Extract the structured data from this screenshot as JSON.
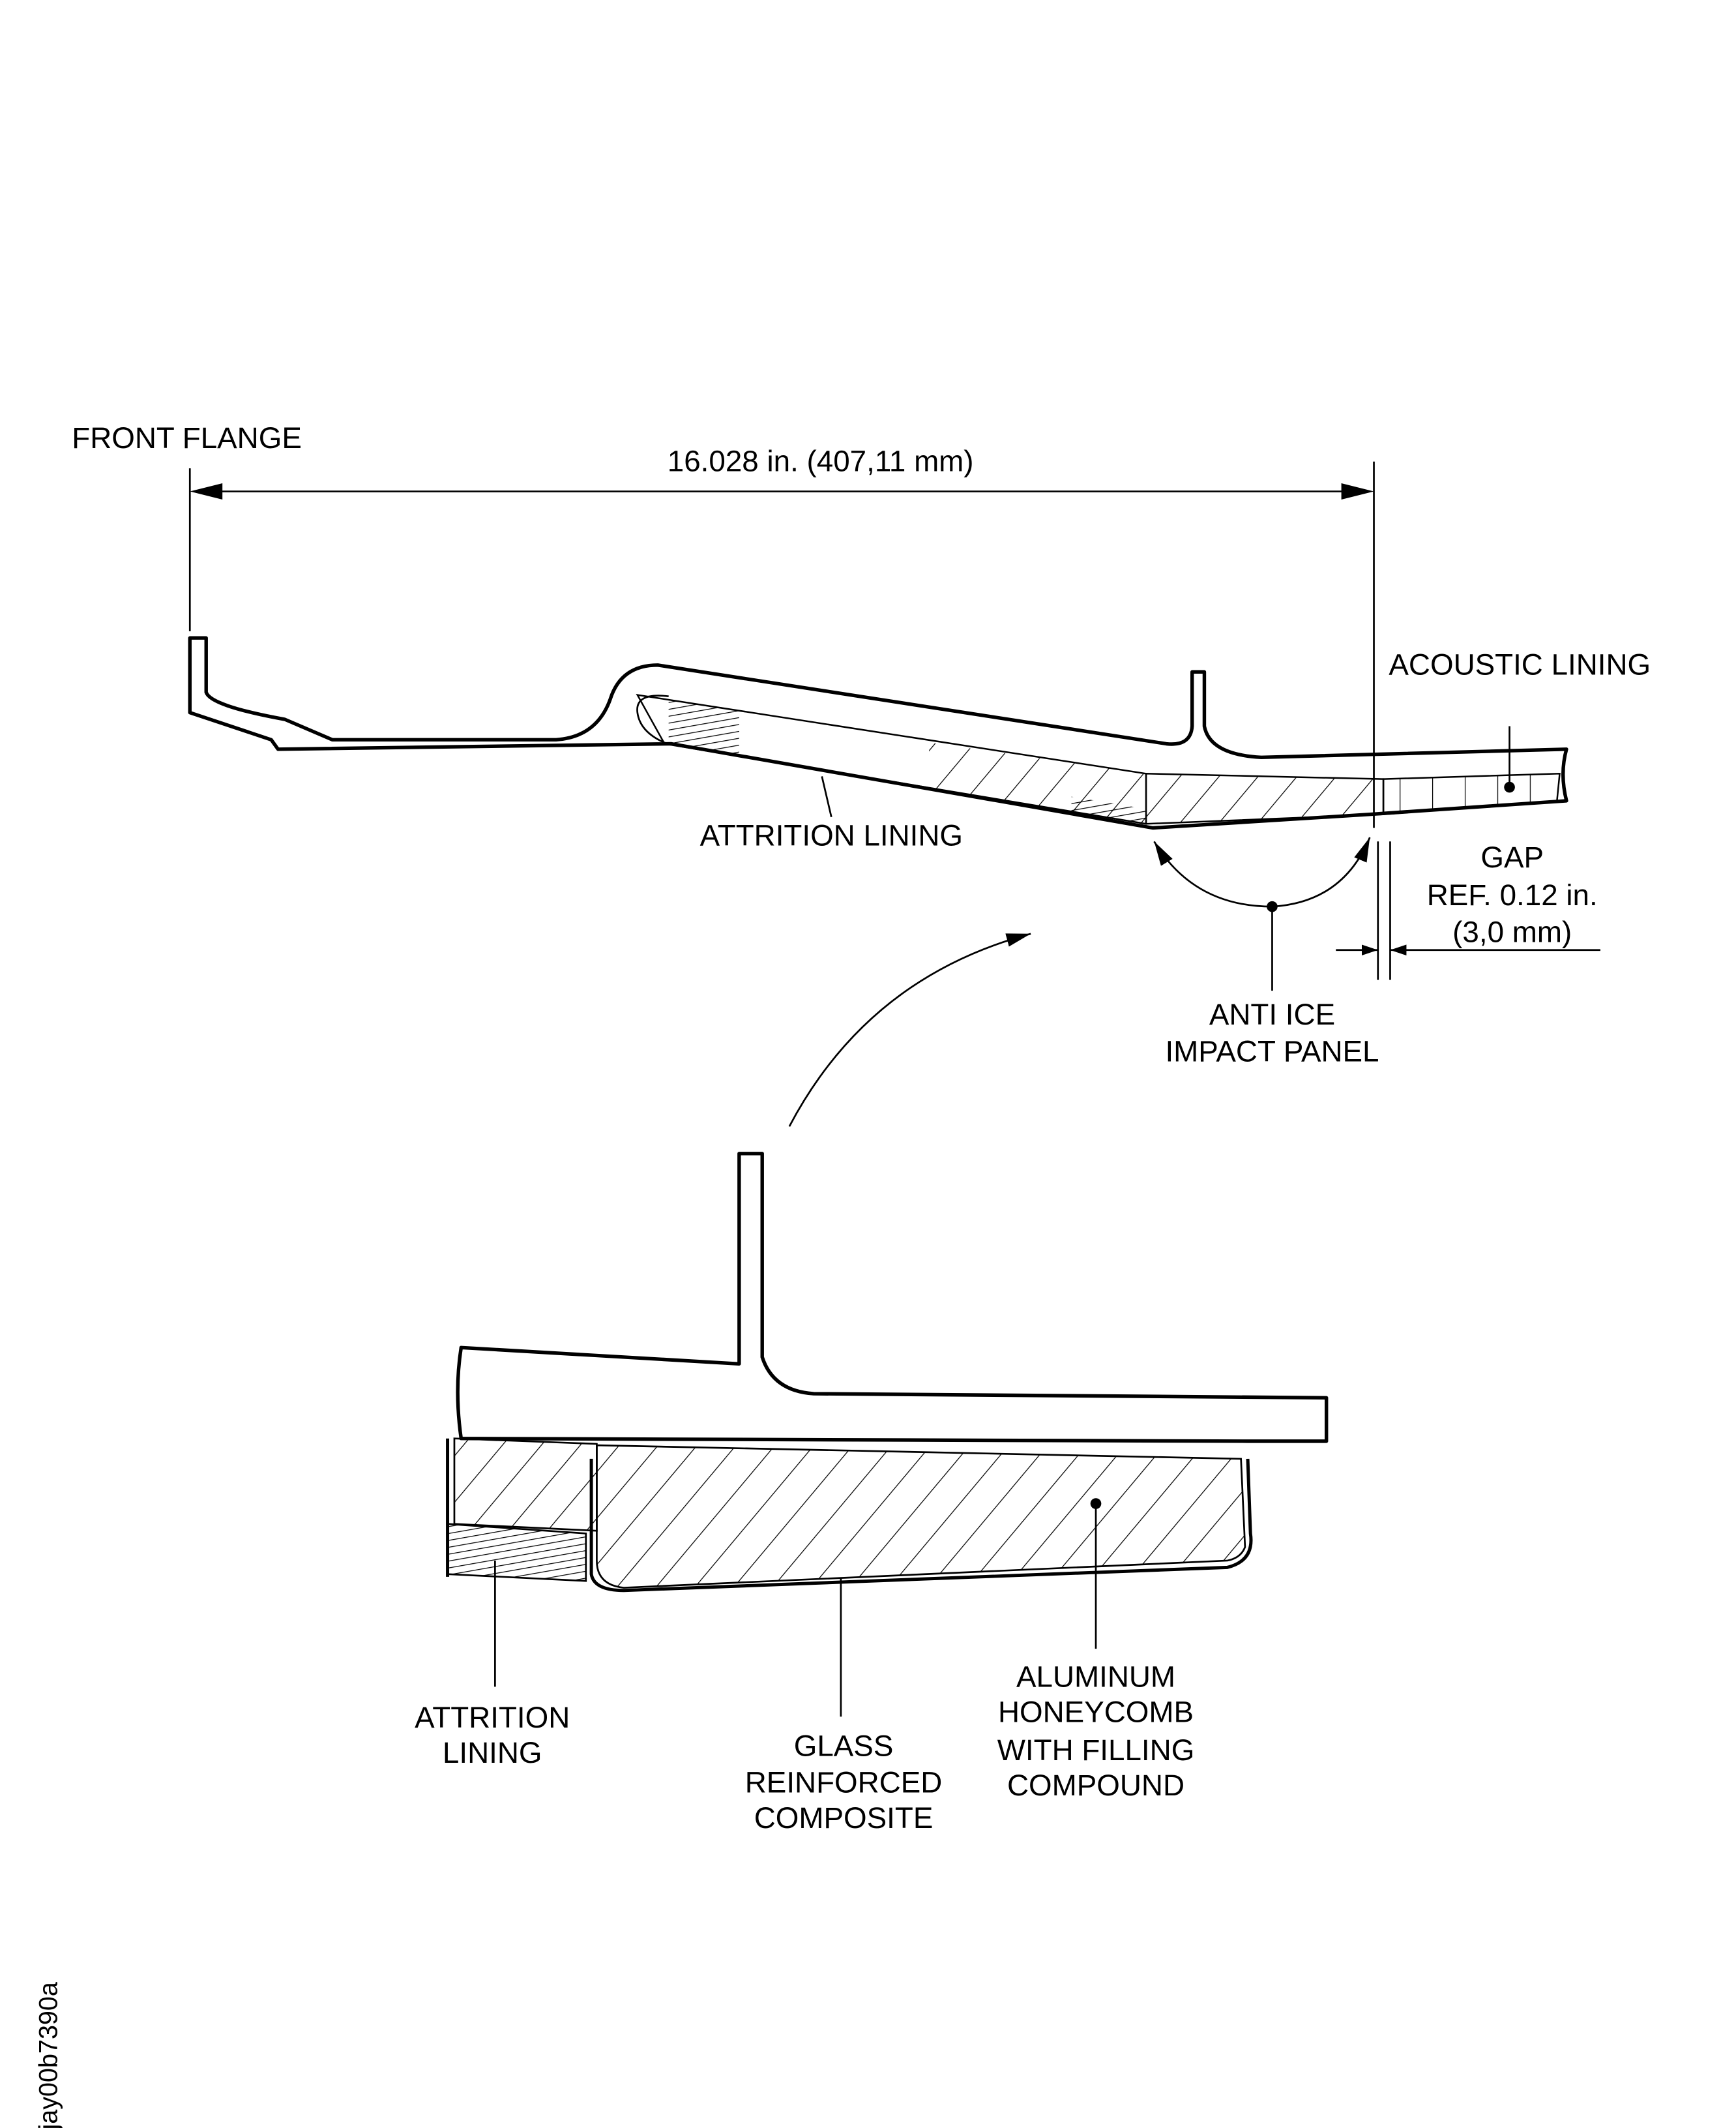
{
  "labels": {
    "front_flange": "FRONT FLANGE",
    "dimension": "16.028 in. (407,11 mm)",
    "acoustic_lining": "ACOUSTIC LINING",
    "attrition_lining_top": "ATTRITION LINING",
    "gap": [
      "GAP",
      "REF. 0.12 in.",
      "(3,0 mm)"
    ],
    "anti_ice": [
      "ANTI ICE",
      "IMPACT PANEL"
    ],
    "attrition_lining_detail": [
      "ATTRITION",
      "LINING"
    ],
    "glass_composite": [
      "GLASS",
      "REINFORCED",
      "COMPOSITE"
    ],
    "honeycomb": [
      "ALUMINUM",
      "HONEYCOMB",
      "WITH FILLING",
      "COMPOUND"
    ],
    "figure_id": "jay00b7390a"
  }
}
